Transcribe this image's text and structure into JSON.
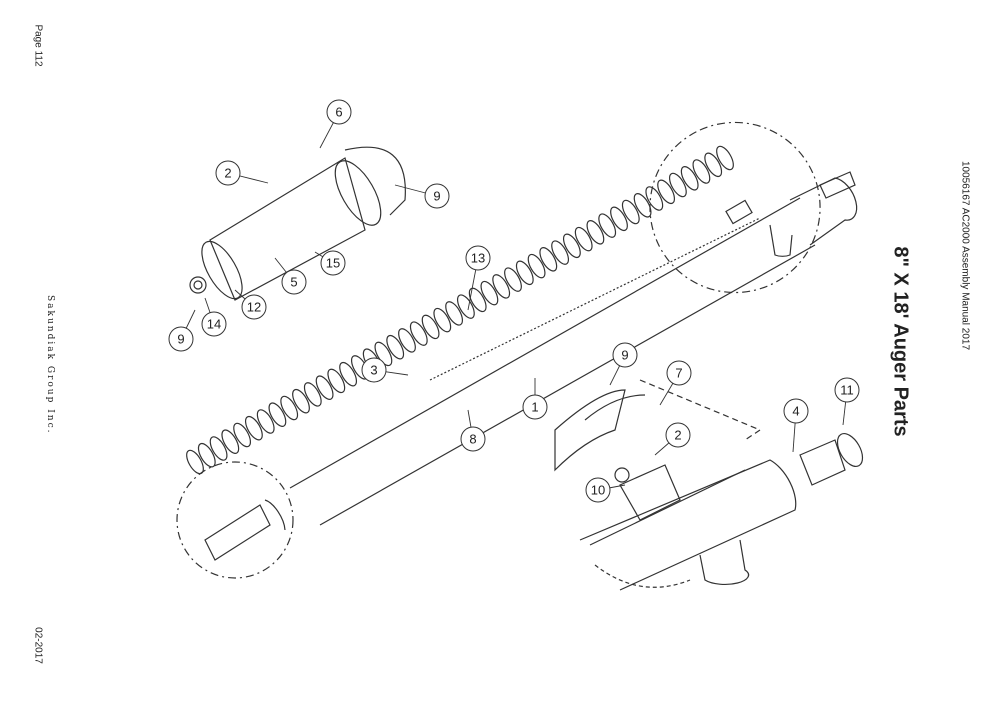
{
  "page": {
    "page_label": "Page 112",
    "date": "02-2017",
    "company": "Sakundiak Group Inc.",
    "manual_id": "10056167 AC2000 Assembly Manual 2017",
    "title": "8\" X 18' Auger Parts"
  },
  "callouts": [
    {
      "id": "c6",
      "label": "6"
    },
    {
      "id": "c2a",
      "label": "2"
    },
    {
      "id": "c9a",
      "label": "9"
    },
    {
      "id": "c5",
      "label": "5"
    },
    {
      "id": "c15",
      "label": "15"
    },
    {
      "id": "c12",
      "label": "12"
    },
    {
      "id": "c14",
      "label": "14"
    },
    {
      "id": "c9b",
      "label": "9"
    },
    {
      "id": "c13",
      "label": "13"
    },
    {
      "id": "c3",
      "label": "3"
    },
    {
      "id": "c8",
      "label": "8"
    },
    {
      "id": "c1",
      "label": "1"
    },
    {
      "id": "c9c",
      "label": "9"
    },
    {
      "id": "c7",
      "label": "7"
    },
    {
      "id": "c2b",
      "label": "2"
    },
    {
      "id": "c10",
      "label": "10"
    },
    {
      "id": "c4",
      "label": "4"
    },
    {
      "id": "c11",
      "label": "11"
    }
  ]
}
